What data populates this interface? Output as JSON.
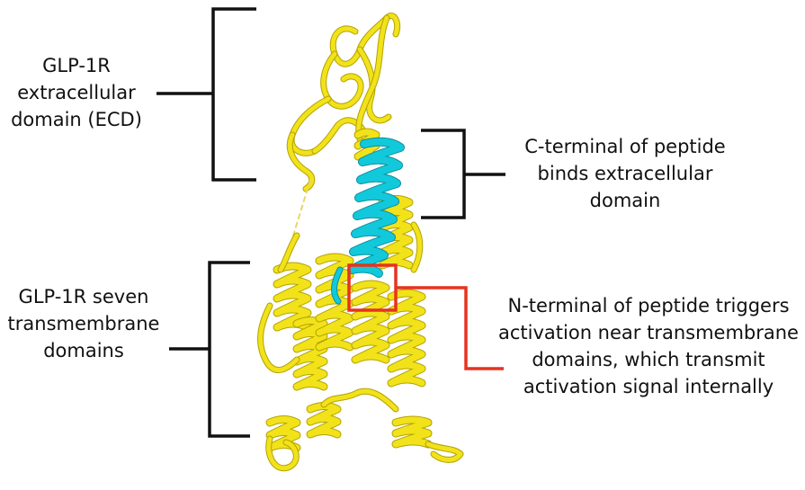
{
  "colors": {
    "background": "#ffffff",
    "text": "#111111",
    "bracket": "#111111",
    "highlight": "#e8321e",
    "receptor": "#f2e21a",
    "receptor_dark": "#b3a200",
    "peptide": "#12c9dc",
    "peptide_dark": "#0a8f9c"
  },
  "labels": {
    "ecd": [
      "GLP-1R",
      "extracellular",
      "domain (ECD)"
    ],
    "tm": [
      "GLP-1R seven",
      "transmembrane",
      "domains"
    ],
    "c_terminal": [
      "C-terminal of peptide",
      "binds extracellular",
      "domain"
    ],
    "n_terminal": [
      "N-terminal of peptide triggers",
      "activation near transmembrane",
      "domains, which transmit",
      "activation signal internally"
    ]
  },
  "graphics": {
    "receptor": "GLP-1R protein structure (yellow ribbon)",
    "peptide": "peptide helix (cyan ribbon)"
  }
}
